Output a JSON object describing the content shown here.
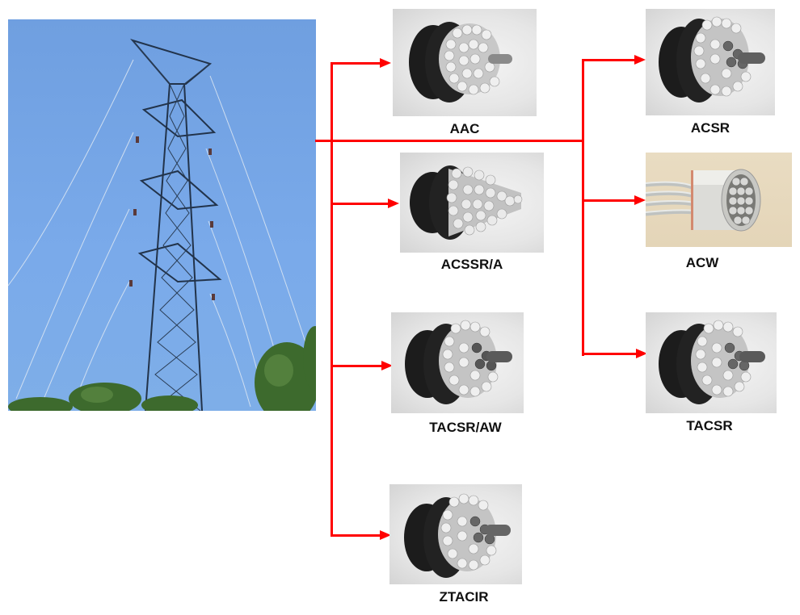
{
  "diagram": {
    "source": {
      "label": "transmission-tower-photo",
      "description": "Overhead transmission lattice tower with conductors against blue sky"
    },
    "connector_color": "#ff0000",
    "left_branch": [
      {
        "id": "aac",
        "label": "AAC"
      },
      {
        "id": "acssr-a",
        "label": "ACSSR/A"
      },
      {
        "id": "tacsr-aw",
        "label": "TACSR/AW"
      },
      {
        "id": "ztacir",
        "label": "ZTACIR"
      }
    ],
    "right_branch": [
      {
        "id": "acsr",
        "label": "ACSR"
      },
      {
        "id": "acw",
        "label": "ACW"
      },
      {
        "id": "tacsr",
        "label": "TACSR"
      }
    ]
  },
  "products": {
    "aac": {
      "label": "AAC"
    },
    "acssr_a": {
      "label": "ACSSR/A"
    },
    "tacsr_aw": {
      "label": "TACSR/AW"
    },
    "ztacir": {
      "label": "ZTACIR"
    },
    "acsr": {
      "label": "ACSR"
    },
    "acw": {
      "label": "ACW"
    },
    "tacsr": {
      "label": "TACSR"
    }
  }
}
